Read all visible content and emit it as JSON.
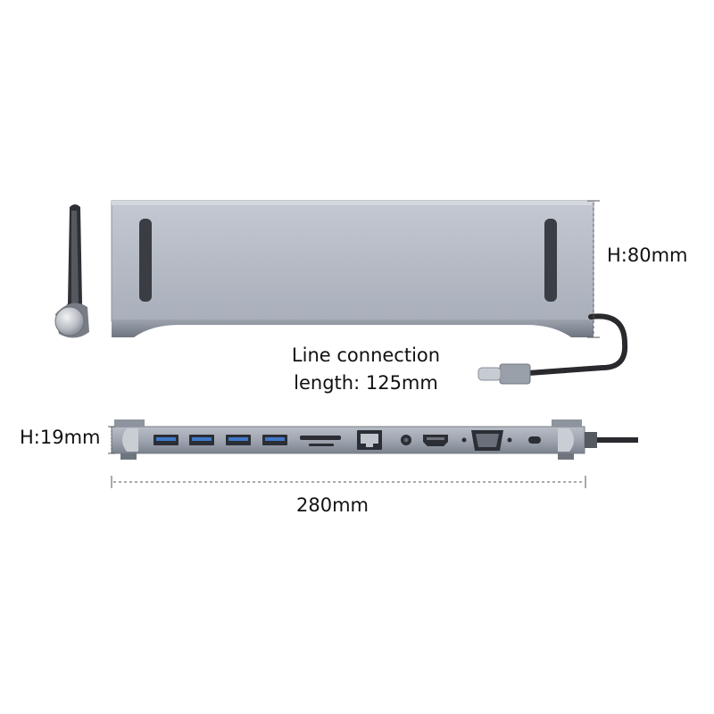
{
  "labels": {
    "height_stand": "H:80mm",
    "height_hub": "H:19mm",
    "cable_line1": "Line connection",
    "cable_line2": "length: 125mm",
    "width": "280mm"
  },
  "colors": {
    "aluminum": "#a7adb8",
    "aluminum_dark": "#7e8490",
    "slot": "#3a3d44",
    "port_blue": "#3f78c8",
    "cable": "#2a2a2e",
    "dimension_line": "#555555"
  },
  "icons": {
    "usb_ports": [
      "usb-a-port-icon",
      "usb-a-port-icon",
      "usb-a-port-icon",
      "usb-a-port-icon"
    ],
    "other_ports": [
      "card-reader-slot-icon",
      "ethernet-port-icon",
      "audio-jack-icon",
      "hdmi-port-icon",
      "vga-port-icon",
      "usb-c-port-icon"
    ]
  }
}
